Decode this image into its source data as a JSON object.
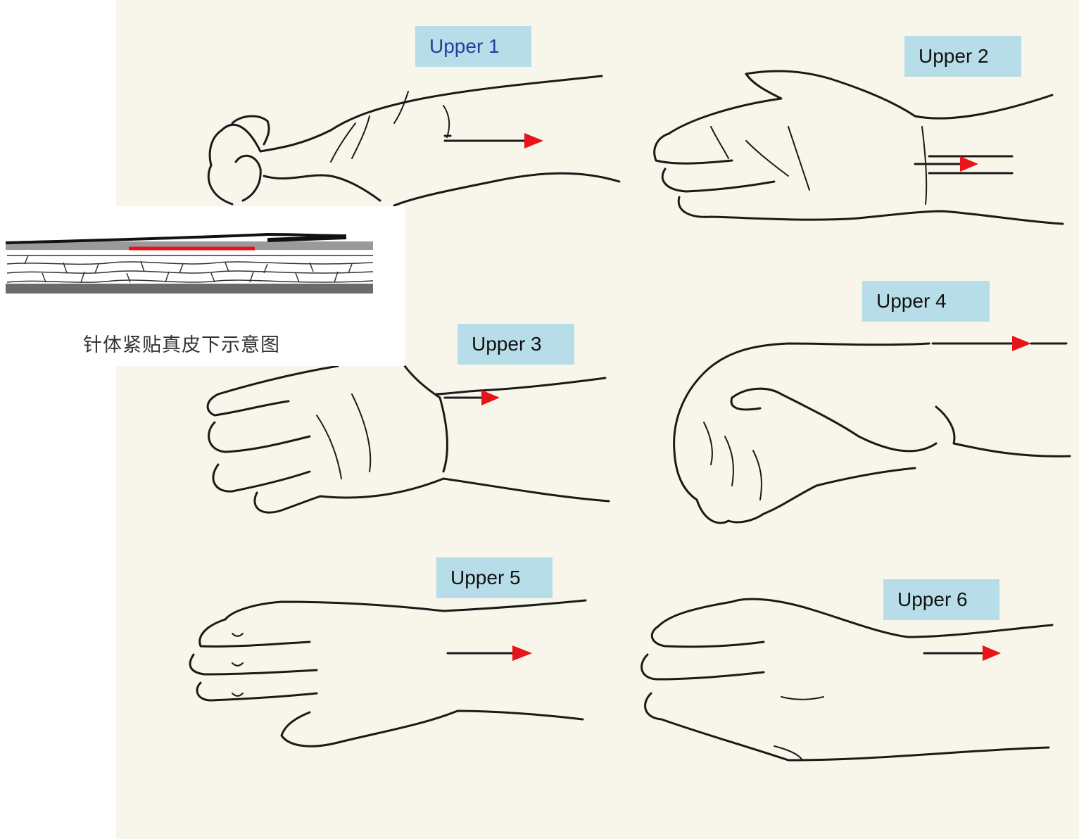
{
  "labels": {
    "upper1": "Upper 1",
    "upper2": "Upper 2",
    "upper3": "Upper 3",
    "upper4": "Upper 4",
    "upper5": "Upper 5",
    "upper6": "Upper 6"
  },
  "inset": {
    "caption": "针体紧贴真皮下示意图"
  },
  "colors": {
    "label_bg": "#b7dde8",
    "arrow": "#e8141a",
    "paper": "#f8f6ea",
    "upper1_text": "#2d3aa0"
  }
}
